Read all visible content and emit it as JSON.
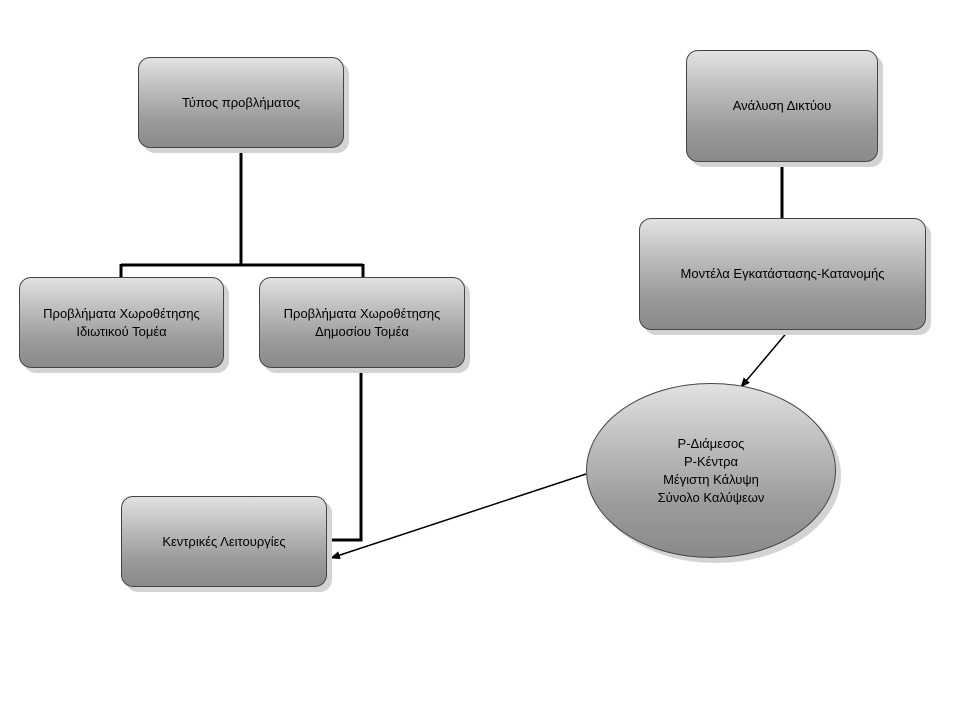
{
  "diagram": {
    "nodes": {
      "problem_type": {
        "lines": [
          "Τύπος προβλήματος"
        ]
      },
      "private_sector": {
        "lines": [
          "Προβλήματα Χωροθέτησης",
          "Ιδιωτικού Τομέα"
        ]
      },
      "public_sector": {
        "lines": [
          "Προβλήματα Χωροθέτησης",
          "Δημοσίου Τομέα"
        ]
      },
      "central_functions": {
        "lines": [
          "Κεντρικές Λειτουργίες"
        ]
      },
      "network_analysis": {
        "lines": [
          "Ανάλυση Δικτύου"
        ]
      },
      "location_allocation_models": {
        "lines": [
          "Μοντέλα Εγκατάστασης-Κατανομής"
        ]
      },
      "models_list": {
        "lines": [
          "P-Διάμεσος",
          "P-Κέντρα",
          "Μέγιστη Κάλυψη",
          "Σύνολο Καλύψεων"
        ]
      }
    }
  }
}
